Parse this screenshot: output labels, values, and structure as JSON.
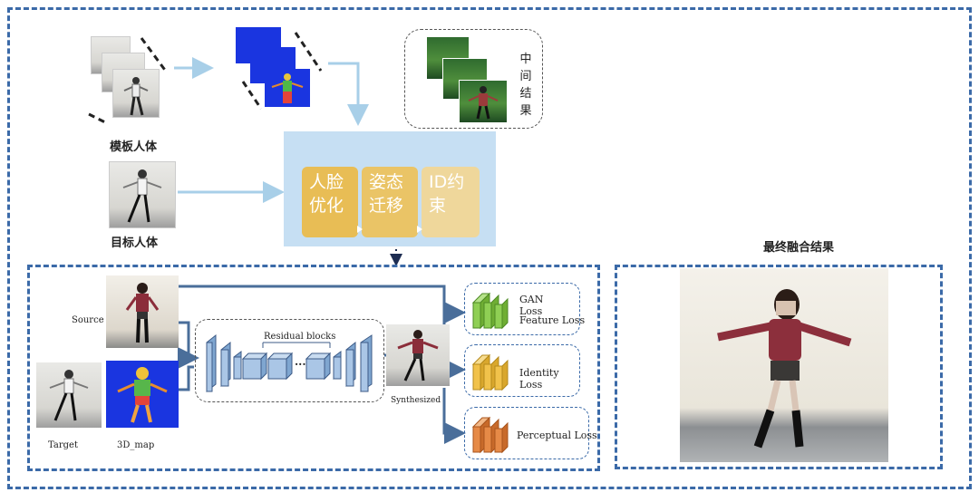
{
  "labels": {
    "template_body": "模板人体",
    "target_body": "目标人体",
    "intermediate": [
      "中",
      "间",
      "结",
      "果"
    ],
    "final_result": "最终融合结果"
  },
  "modules": [
    {
      "line1": "人脸",
      "line2": "优化",
      "color": "#e8bd55"
    },
    {
      "line1": "姿态",
      "line2": "迁移",
      "color": "#eac466"
    },
    {
      "line1": "ID约",
      "line2": "束",
      "color": "#efd79b"
    }
  ],
  "network": {
    "source": "Source",
    "target": "Target",
    "map3d": "3D_map",
    "residual": "Residual blocks",
    "synthesized": "Synthesized",
    "ellipsis": "...",
    "losses": [
      {
        "line1": "GAN",
        "line2": "Loss",
        "line3": "Feature Loss",
        "color": "#8fcf54"
      },
      {
        "line1": "Identity",
        "line2": "Loss",
        "line3": "",
        "color": "#f1c24b"
      },
      {
        "line1": "Perceptual Loss",
        "line2": "",
        "line3": "",
        "color": "#e68a47"
      }
    ]
  },
  "colors": {
    "frame": "#3b6aa8",
    "panel": "#c6dff3",
    "arrow_light": "#a8cfe8",
    "arrow_dark": "#4a6e9a"
  }
}
